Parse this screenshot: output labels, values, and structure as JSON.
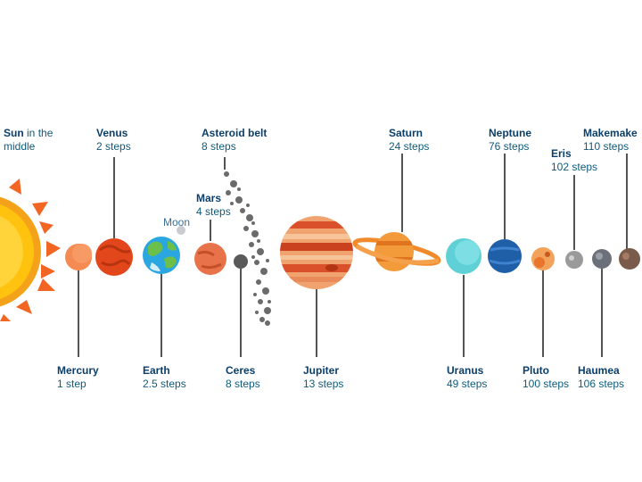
{
  "sun": {
    "name": "Sun",
    "note": "in the",
    "note2": "middle"
  },
  "moon": {
    "name": "Moon"
  },
  "bodies": [
    {
      "id": "mercury",
      "name": "Mercury",
      "steps": "1 step"
    },
    {
      "id": "venus",
      "name": "Venus",
      "steps": "2 steps"
    },
    {
      "id": "earth",
      "name": "Earth",
      "steps": "2.5 steps"
    },
    {
      "id": "mars",
      "name": "Mars",
      "steps": "4 steps"
    },
    {
      "id": "asteroid-belt",
      "name": "Asteroid belt",
      "steps": "8 steps"
    },
    {
      "id": "ceres",
      "name": "Ceres",
      "steps": "8 steps"
    },
    {
      "id": "jupiter",
      "name": "Jupiter",
      "steps": "13 steps"
    },
    {
      "id": "saturn",
      "name": "Saturn",
      "steps": "24 steps"
    },
    {
      "id": "uranus",
      "name": "Uranus",
      "steps": "49 steps"
    },
    {
      "id": "neptune",
      "name": "Neptune",
      "steps": "76 steps"
    },
    {
      "id": "pluto",
      "name": "Pluto",
      "steps": "100 steps"
    },
    {
      "id": "eris",
      "name": "Eris",
      "steps": "102 steps"
    },
    {
      "id": "haumea",
      "name": "Haumea",
      "steps": "106 steps"
    },
    {
      "id": "makemake",
      "name": "Makemake",
      "steps": "110 steps"
    }
  ],
  "colors": {
    "label": "#0e5a7c",
    "label_bold": "#0b3f6b",
    "leader_line": "#1a1a1a",
    "sun_core": "#ffc20e",
    "sun_ray": "#f26522"
  }
}
